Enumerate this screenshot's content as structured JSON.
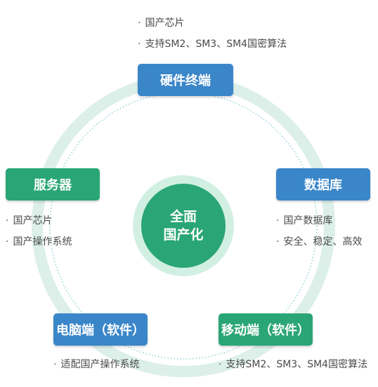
{
  "center": {
    "line1": "全面",
    "line2": "国产化"
  },
  "colors": {
    "blue": "#3a86c9",
    "green": "#2aa676",
    "ring": "#dcefe9",
    "center_fill": "#2aa676",
    "center_ring": "#cfeee2"
  },
  "nodes": {
    "hardware": {
      "label": "硬件终端",
      "bullets": [
        "国产芯片",
        "支持SM2、SM3、SM4国密算法"
      ]
    },
    "server": {
      "label": "服务器",
      "bullets": [
        "国产芯片",
        "国产操作系统"
      ]
    },
    "database": {
      "label": "数据库",
      "bullets": [
        "国产数据库",
        "安全、稳定、高效"
      ]
    },
    "pc": {
      "label": "电脑端（软件）",
      "bullets": [
        "适配国产操作系统"
      ]
    },
    "mobile": {
      "label": "移动端（软件）",
      "bullets": [
        "支持SM2、SM3、SM4国密算法"
      ]
    }
  }
}
